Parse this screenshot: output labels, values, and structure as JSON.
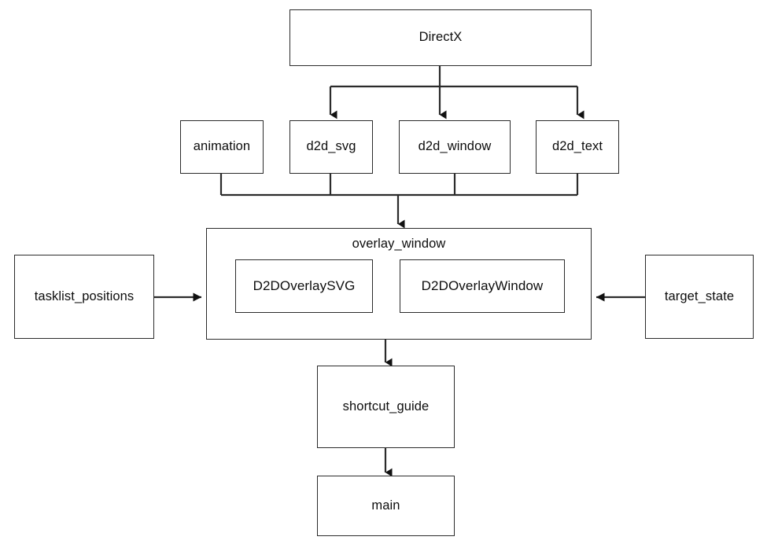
{
  "diagram": {
    "type": "flowchart",
    "title": "DirectX overlay module dependency diagram",
    "background_color": "#ffffff",
    "line_color": "#2b2b2b",
    "text_color": "#0d0d0d",
    "nodes": {
      "directx": {
        "label": "DirectX"
      },
      "animation": {
        "label": "animation"
      },
      "d2d_svg": {
        "label": "d2d_svg"
      },
      "d2d_window": {
        "label": "d2d_window"
      },
      "d2d_text": {
        "label": "d2d_text"
      },
      "overlay_window": {
        "label": "overlay_window"
      },
      "d2d_overlay_svg": {
        "label": "D2DOverlaySVG"
      },
      "d2d_overlay_window": {
        "label": "D2DOverlayWindow"
      },
      "tasklist_positions": {
        "label": "tasklist_positions"
      },
      "target_state": {
        "label": "target_state"
      },
      "shortcut_guide": {
        "label": "shortcut_guide"
      },
      "main": {
        "label": "main"
      }
    },
    "edges": [
      {
        "from": "directx",
        "to": "d2d_svg",
        "arrow": "down"
      },
      {
        "from": "directx",
        "to": "d2d_window",
        "arrow": "down"
      },
      {
        "from": "directx",
        "to": "d2d_text",
        "arrow": "down"
      },
      {
        "from": "animation",
        "to": "overlay_window",
        "arrow": "down"
      },
      {
        "from": "d2d_svg",
        "to": "overlay_window",
        "arrow": "down"
      },
      {
        "from": "d2d_window",
        "to": "overlay_window",
        "arrow": "down"
      },
      {
        "from": "d2d_text",
        "to": "overlay_window",
        "arrow": "down"
      },
      {
        "from": "tasklist_positions",
        "to": "overlay_window",
        "arrow": "right"
      },
      {
        "from": "target_state",
        "to": "overlay_window",
        "arrow": "left"
      },
      {
        "from": "overlay_window",
        "to": "shortcut_guide",
        "arrow": "down"
      },
      {
        "from": "shortcut_guide",
        "to": "main",
        "arrow": "down"
      }
    ]
  }
}
